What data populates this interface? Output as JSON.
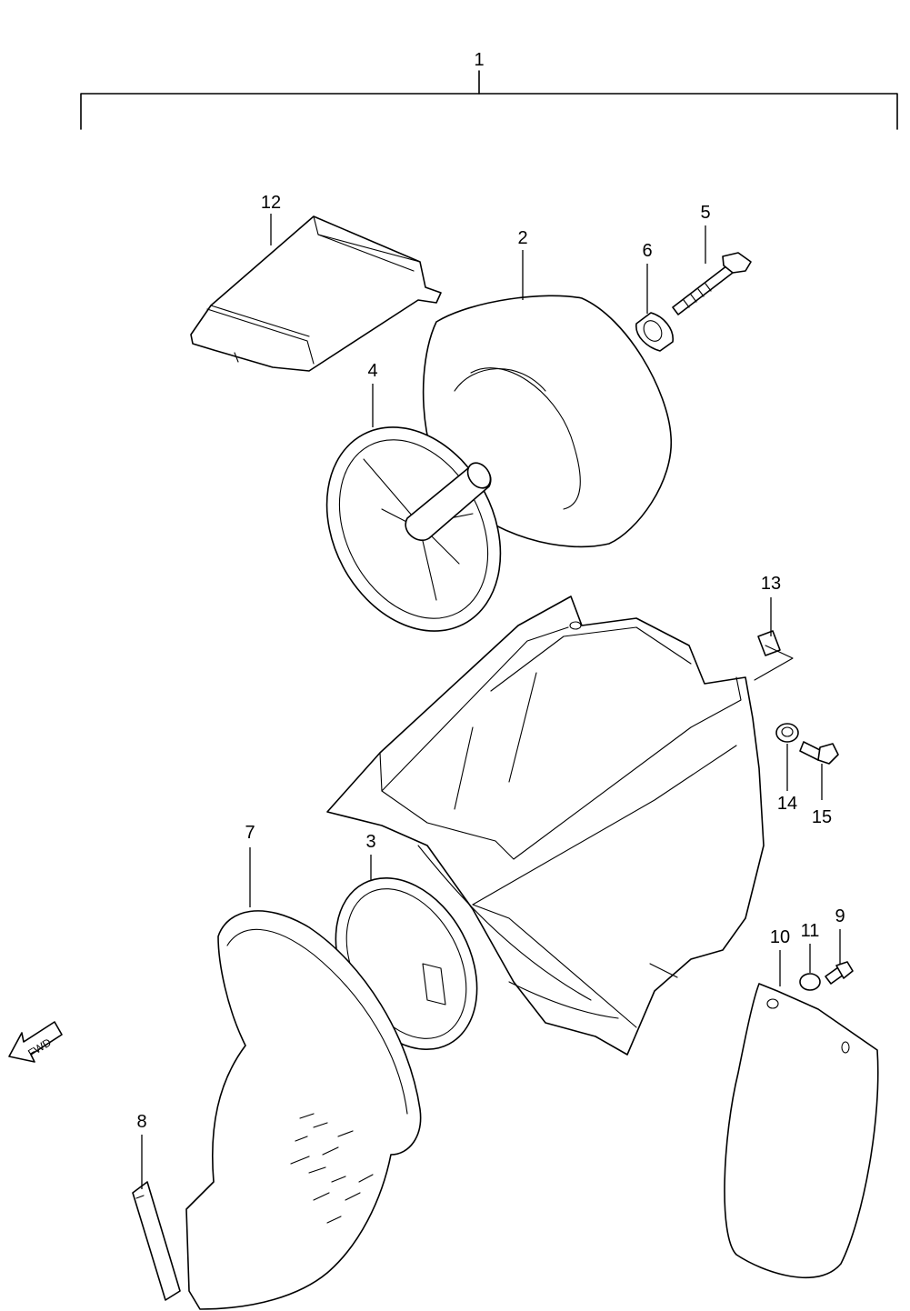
{
  "callouts": {
    "c1": "1",
    "c2": "2",
    "c3": "3",
    "c4": "4",
    "c5": "5",
    "c6": "6",
    "c7": "7",
    "c8": "8",
    "c9": "9",
    "c10": "10",
    "c11": "11",
    "c12": "12",
    "c13": "13",
    "c14": "14",
    "c15": "15"
  },
  "direction_marker": {
    "label": "FWD",
    "icon": "fwd-arrow-icon"
  },
  "colors": {
    "line": "#000000",
    "background": "#ffffff"
  }
}
